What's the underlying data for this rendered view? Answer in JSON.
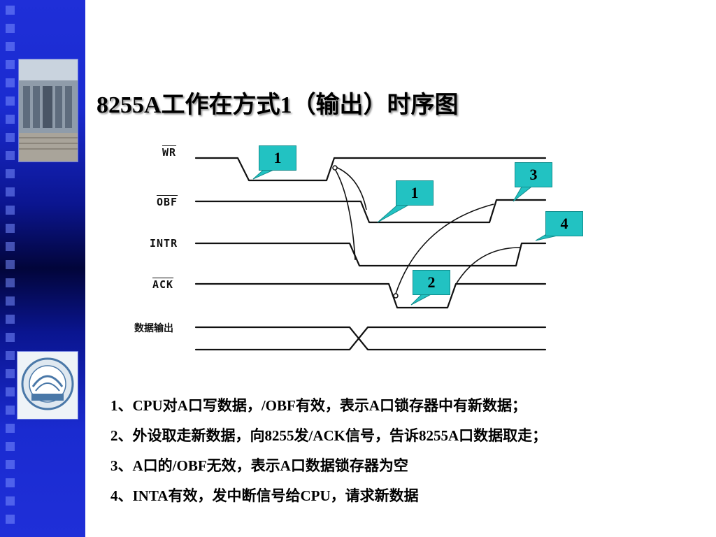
{
  "slide": {
    "title": "8255A工作在方式1（输出）时序图",
    "accent_color": "#1f2fd8",
    "callout_color": "#22c2c2"
  },
  "signals": [
    {
      "label": "WR",
      "overline": true
    },
    {
      "label": "OBF",
      "overline": true
    },
    {
      "label": "INTR",
      "overline": false
    },
    {
      "label": "ACK",
      "overline": true
    },
    {
      "label": "数据输出",
      "overline": false
    }
  ],
  "callouts": [
    "1",
    "1",
    "3",
    "4",
    "2"
  ],
  "notes": [
    "1、CPU对A口写数据，/OBF有效，表示A口锁存器中有新数据；",
    "2、外设取走新数据，向8255发/ACK信号，告诉8255A口数据取走；",
    "3、A口的/OBF无效，表示A口数据锁存器为空",
    "4、INTA有效，发中断信号给CPU，请求新数据"
  ],
  "sidebar": {
    "photo": "building-photo",
    "emblem": "university-emblem"
  }
}
